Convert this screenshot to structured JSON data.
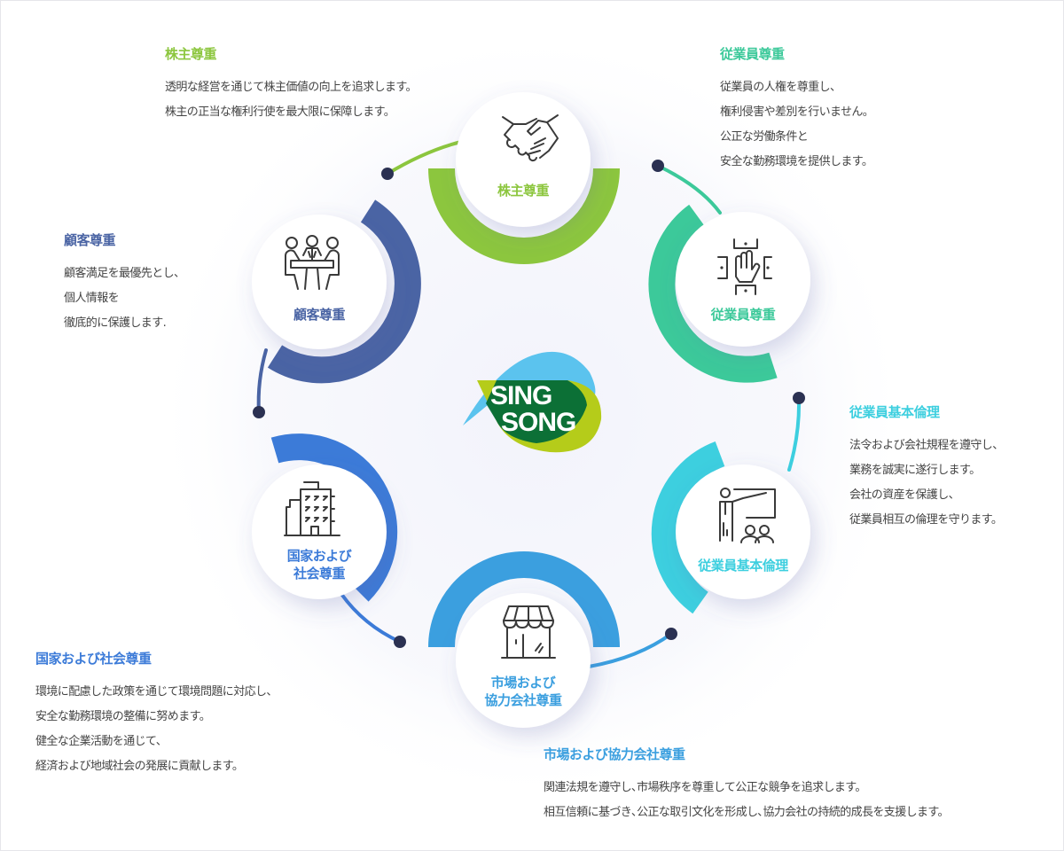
{
  "logo": {
    "line1": "SING",
    "line2": "SONG",
    "colors": {
      "blue": "#5bc3ee",
      "lime": "#b5cc1a",
      "green": "#036a38"
    }
  },
  "colors": {
    "dot": "#2b3152",
    "shareholders": "#8cc63e",
    "employees": "#3cc99a",
    "ethics": "#3dcfdf",
    "market": "#3b9fdf",
    "society": "#3c7bd8",
    "customers": "#4a64a4"
  },
  "nodes": [
    {
      "id": "shareholders",
      "label": "株主尊重",
      "icon": "handshake-icon"
    },
    {
      "id": "employees",
      "label": "従業員尊重",
      "icon": "team-hands-icon"
    },
    {
      "id": "ethics",
      "label": "従業員基本倫理",
      "icon": "presentation-icon"
    },
    {
      "id": "market",
      "label_line1": "市場および",
      "label_line2": "協力会社尊重",
      "icon": "storefront-icon"
    },
    {
      "id": "society",
      "label_line1": "国家および",
      "label_line2": "社会尊重",
      "icon": "building-icon"
    },
    {
      "id": "customers",
      "label": "顧客尊重",
      "icon": "meeting-icon"
    }
  ],
  "descriptions": {
    "shareholders": {
      "title": "株主尊重",
      "lines": [
        "透明な経営を通じて株主価値の向上を追求します。",
        "株主の正当な権利行使を最大限に保障します。"
      ]
    },
    "employees": {
      "title": "従業員尊重",
      "lines": [
        "従業員の人権を尊重し、",
        "権利侵害や差別を行いません。",
        "公正な労働条件と",
        "安全な勤務環境を提供します。"
      ]
    },
    "customers": {
      "title": "顧客尊重",
      "lines": [
        "顧客満足を最優先とし、",
        "個人情報を",
        "徹底的に保護します."
      ]
    },
    "ethics": {
      "title": "従業員基本倫理",
      "lines": [
        "法令および会社規程を遵守し、",
        "業務を誠実に遂行します。",
        "会社の資産を保護し、",
        "従業員相互の倫理を守ります。"
      ]
    },
    "society": {
      "title": "国家および社会尊重",
      "lines": [
        "環境に配慮した政策を通じて環境問題に対応し、",
        "安全な勤務環境の整備に努めます。",
        "健全な企業活動を通じて、",
        "経済および地域社会の発展に貢献します。"
      ]
    },
    "market": {
      "title": "市場および協力会社尊重",
      "lines": [
        "関連法規を遵守し､市場秩序を尊重して公正な競争を追求します。",
        "相互信頼に基づき､公正な取引文化を形成し､協力会社の持続的成長を支援します。"
      ]
    }
  }
}
